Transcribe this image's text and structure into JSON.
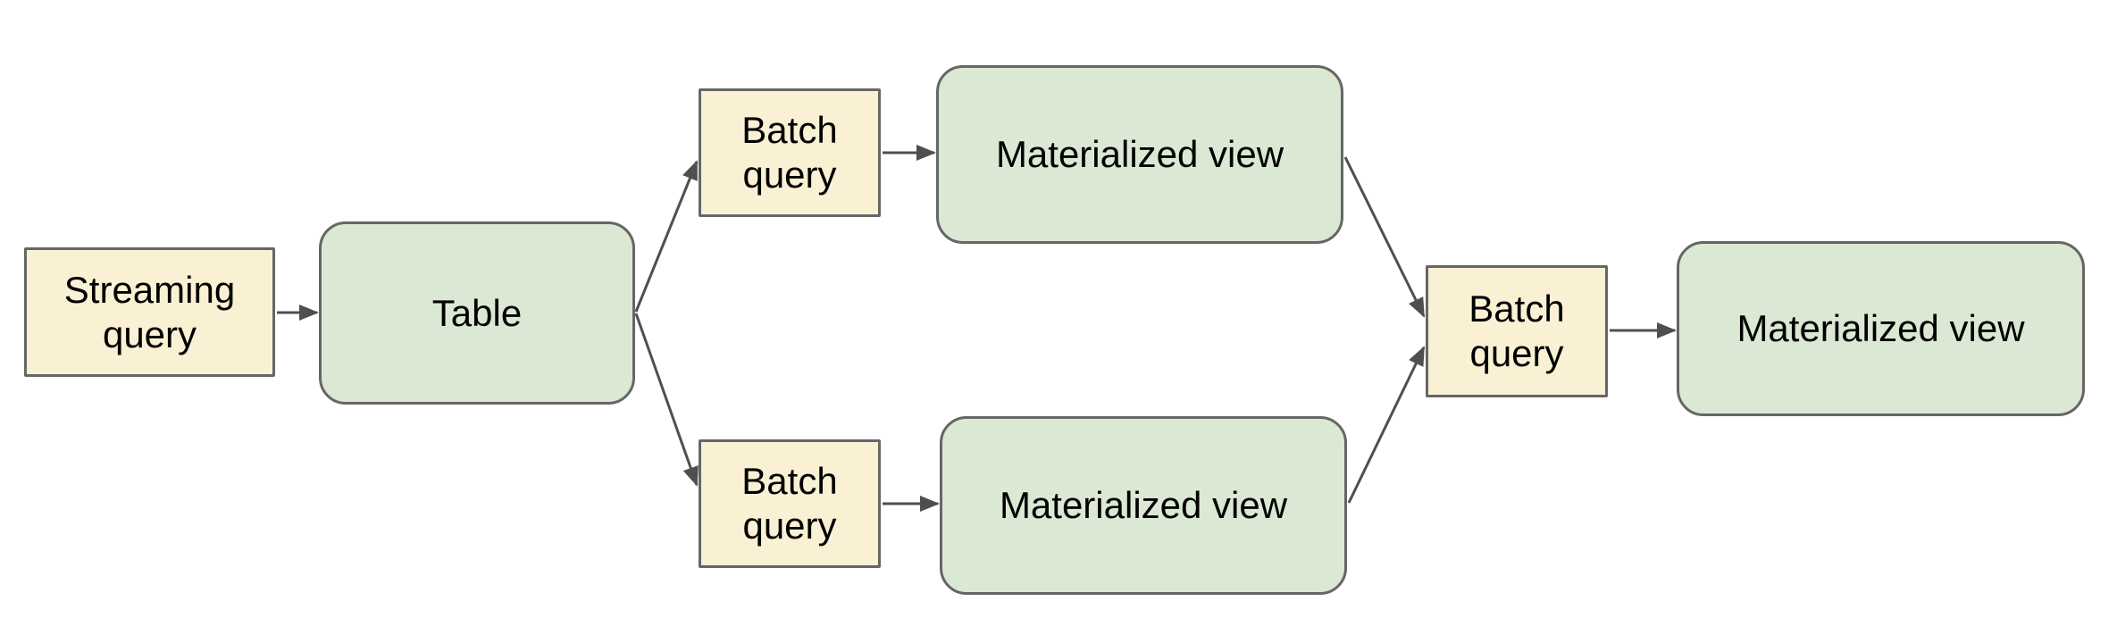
{
  "diagram": {
    "background": "#ffffff",
    "colors": {
      "canvas-bg": "#ffffff",
      "query-fill": "#faf1d4",
      "view-fill": "#dbe8d3",
      "shape-border": "#666666",
      "connector": "#4f4f4f",
      "text": "#000000"
    },
    "nodes": [
      {
        "id": "streaming-query",
        "label": "Streaming query",
        "shape": "rectangle",
        "fill": "#faf1d4"
      },
      {
        "id": "table",
        "label": "Table",
        "shape": "rounded-rectangle",
        "fill": "#dbe8d3"
      },
      {
        "id": "batch-query-top",
        "label": "Batch query",
        "shape": "rectangle",
        "fill": "#faf1d4"
      },
      {
        "id": "materialized-view-top",
        "label": "Materialized view",
        "shape": "rounded-rectangle",
        "fill": "#dbe8d3"
      },
      {
        "id": "batch-query-bottom",
        "label": "Batch query",
        "shape": "rectangle",
        "fill": "#faf1d4"
      },
      {
        "id": "materialized-view-bottom",
        "label": "Materialized view",
        "shape": "rounded-rectangle",
        "fill": "#dbe8d3"
      },
      {
        "id": "batch-query-right",
        "label": "Batch query",
        "shape": "rectangle",
        "fill": "#faf1d4"
      },
      {
        "id": "materialized-view-right",
        "label": "Materialized view",
        "shape": "rounded-rectangle",
        "fill": "#dbe8d3"
      }
    ],
    "edges": [
      {
        "from": "streaming-query",
        "to": "table"
      },
      {
        "from": "table",
        "to": "batch-query-top"
      },
      {
        "from": "batch-query-top",
        "to": "materialized-view-top"
      },
      {
        "from": "materialized-view-top",
        "to": "batch-query-right"
      },
      {
        "from": "table",
        "to": "batch-query-bottom"
      },
      {
        "from": "batch-query-bottom",
        "to": "materialized-view-bottom"
      },
      {
        "from": "materialized-view-bottom",
        "to": "batch-query-right"
      },
      {
        "from": "batch-query-right",
        "to": "materialized-view-right"
      }
    ]
  }
}
